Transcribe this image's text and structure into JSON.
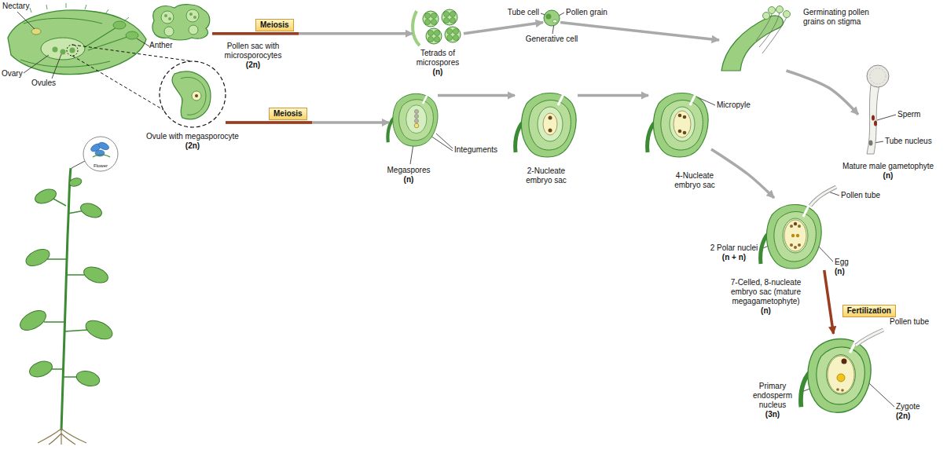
{
  "diagram": {
    "nodes": [
      {
        "text": [
          "Pollen sac with microsporocytes",
          "(2n)"
        ]
      },
      {
        "text": [
          "Tetrads of microspores",
          "(n)"
        ]
      },
      {
        "text": [
          "Tube cell",
          "Pollen grain",
          "Generative cell"
        ]
      },
      {
        "text": [
          "Germinating pollen grains on stigma"
        ]
      },
      {
        "text": [
          "Sperm",
          "Tube nucleus",
          "Mature male gametophyte",
          "(n)"
        ]
      },
      {
        "text": [
          "Ovule with megasporocyte",
          "(2n)"
        ]
      },
      {
        "text": [
          "Megaspores",
          "(n)",
          "Integuments"
        ]
      },
      {
        "text": [
          "2-Nucleate embryo sac"
        ]
      },
      {
        "text": [
          "Micropyle",
          "4-Nucleate embryo sac"
        ]
      },
      {
        "text": [
          "Pollen tube",
          "2 Polar nuclei",
          "(n + n)",
          "Egg",
          "(n)",
          "7-Celled, 8-nucleate embryo sac (mature megagametophyte)",
          "(n)"
        ]
      },
      {
        "text": [
          "Pollen tube",
          "Primary endosperm nucleus",
          "(3n)",
          "Zygote",
          "(2n)"
        ]
      }
    ],
    "edges": [
      {
        "from": 0,
        "to": 1,
        "arrow": "to",
        "label": "Meiosis"
      },
      {
        "from": 1,
        "to": 2,
        "arrow": "to"
      },
      {
        "from": 2,
        "to": 3,
        "arrow": "to"
      },
      {
        "from": 3,
        "to": 4,
        "arrow": "to"
      },
      {
        "from": 5,
        "to": 6,
        "arrow": "to",
        "label": "Meiosis"
      },
      {
        "from": 6,
        "to": 7,
        "arrow": "to"
      },
      {
        "from": 7,
        "to": 8,
        "arrow": "to"
      },
      {
        "from": 8,
        "to": 9,
        "arrow": "to"
      },
      {
        "from": 9,
        "to": 10,
        "arrow": "to",
        "label": "Fertilization"
      }
    ],
    "labels": [
      "Nectary",
      "Anther",
      "Ovary",
      "Ovules",
      "Flower"
    ]
  }
}
